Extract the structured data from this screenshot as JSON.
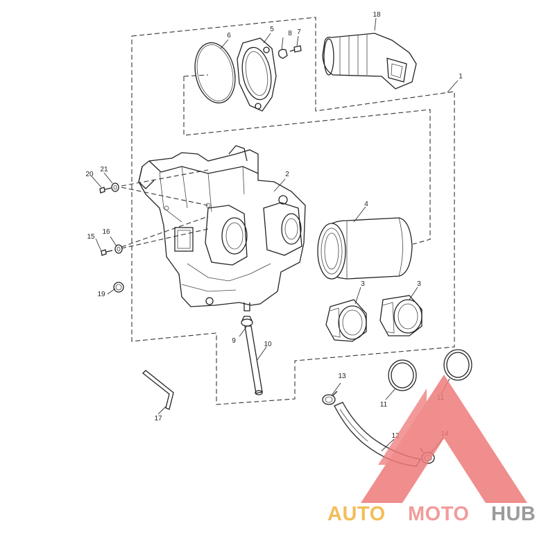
{
  "diagram": {
    "callouts": [
      {
        "id": "c1",
        "text": "1"
      },
      {
        "id": "c2",
        "text": "2"
      },
      {
        "id": "c3a",
        "text": "3"
      },
      {
        "id": "c3b",
        "text": "3"
      },
      {
        "id": "c4",
        "text": "4"
      },
      {
        "id": "c5",
        "text": "5"
      },
      {
        "id": "c6",
        "text": "6"
      },
      {
        "id": "c7",
        "text": "7"
      },
      {
        "id": "c8",
        "text": "8"
      },
      {
        "id": "c9",
        "text": "9"
      },
      {
        "id": "c10",
        "text": "10"
      },
      {
        "id": "c11a",
        "text": "11"
      },
      {
        "id": "c11b",
        "text": "11"
      },
      {
        "id": "c12",
        "text": "12"
      },
      {
        "id": "c13",
        "text": "13"
      },
      {
        "id": "c14",
        "text": "14"
      },
      {
        "id": "c15",
        "text": "15"
      },
      {
        "id": "c16",
        "text": "16"
      },
      {
        "id": "c17",
        "text": "17"
      },
      {
        "id": "c18",
        "text": "18"
      },
      {
        "id": "c19",
        "text": "19"
      },
      {
        "id": "c20",
        "text": "20"
      },
      {
        "id": "c21",
        "text": "21"
      }
    ]
  },
  "watermark": {
    "part_auto": "AUTO",
    "part_moto": "MOTO",
    "part_hub": "HUB",
    "colors": {
      "auto": "#f2b33a",
      "moto": "#f08a8a",
      "hub": "#8a8a8a",
      "triangle": "#ee7a7a"
    }
  }
}
